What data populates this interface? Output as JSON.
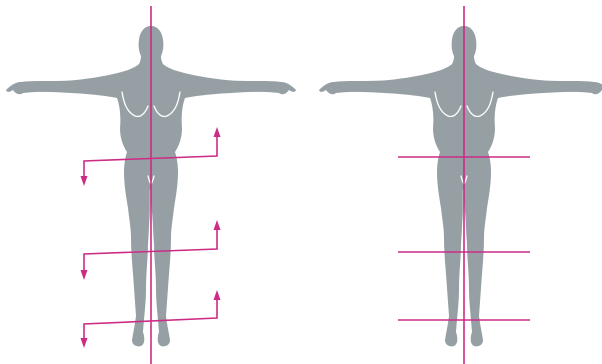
{
  "colors": {
    "background": "#ffffff",
    "silhouette": "#96a0a4",
    "contour": "#ffffff",
    "line": "#cc2b86"
  },
  "figures": [
    {
      "pose": "t-pose",
      "measurement_style": "zigzag-arrows",
      "horizontal_lines": 3
    },
    {
      "pose": "t-pose",
      "measurement_style": "straight-lines",
      "horizontal_lines": 3
    }
  ]
}
